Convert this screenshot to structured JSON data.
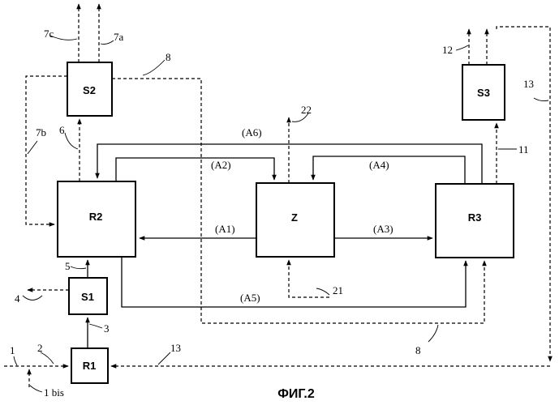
{
  "diagram": {
    "boxes": {
      "s2": "S2",
      "s3": "S3",
      "r2": "R2",
      "z": "Z",
      "r3": "R3",
      "s1": "S1",
      "r1": "R1"
    },
    "streams": {
      "a1": "(A1)",
      "a2": "(A2)",
      "a3": "(A3)",
      "a4": "(A4)",
      "a5": "(A5)",
      "a6": "(A6)"
    },
    "refs": {
      "n1": "1",
      "n1bis": "1 bis",
      "n2": "2",
      "n3": "3",
      "n4": "4",
      "n5": "5",
      "n6": "6",
      "n7a": "7a",
      "n7b": "7b",
      "n7c": "7c",
      "n8_top": "8",
      "n8_bottom": "8",
      "n11": "11",
      "n12": "12",
      "n13_right": "13",
      "n13_bottom": "13",
      "n21": "21",
      "n22": "22"
    },
    "caption": "ФИГ.2"
  }
}
